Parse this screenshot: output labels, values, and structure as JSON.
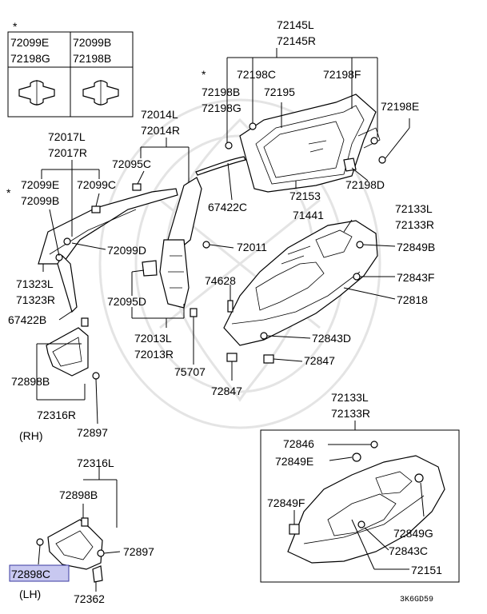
{
  "diagram_code": "3K6GD59",
  "star": "*",
  "legend": {
    "row1": [
      "72099E",
      "72099B"
    ],
    "row2": [
      "72198G",
      "72198B"
    ]
  },
  "callouts": [
    {
      "id": "72145L",
      "text": "72145L"
    },
    {
      "id": "72145R",
      "text": "72145R"
    },
    {
      "id": "72198C",
      "text": "72198C"
    },
    {
      "id": "72198F",
      "text": "72198F"
    },
    {
      "id": "72198B_a",
      "text": "72198B"
    },
    {
      "id": "72198G_a",
      "text": "72198G"
    },
    {
      "id": "72195",
      "text": "72195"
    },
    {
      "id": "72198E",
      "text": "72198E"
    },
    {
      "id": "72198D",
      "text": "72198D"
    },
    {
      "id": "72153",
      "text": "72153"
    },
    {
      "id": "67422C",
      "text": "67422C"
    },
    {
      "id": "71441",
      "text": "71441"
    },
    {
      "id": "72014L",
      "text": "72014L"
    },
    {
      "id": "72014R",
      "text": "72014R"
    },
    {
      "id": "72095C",
      "text": "72095C"
    },
    {
      "id": "72017L",
      "text": "72017L"
    },
    {
      "id": "72017R",
      "text": "72017R"
    },
    {
      "id": "72099E_b",
      "text": "72099E"
    },
    {
      "id": "72099C",
      "text": "72099C"
    },
    {
      "id": "72099B_b",
      "text": "72099B"
    },
    {
      "id": "72099D",
      "text": "72099D"
    },
    {
      "id": "72011",
      "text": "72011"
    },
    {
      "id": "72133L_a",
      "text": "72133L"
    },
    {
      "id": "72133R_a",
      "text": "72133R"
    },
    {
      "id": "72849B",
      "text": "72849B"
    },
    {
      "id": "72843F",
      "text": "72843F"
    },
    {
      "id": "72818",
      "text": "72818"
    },
    {
      "id": "74628",
      "text": "74628"
    },
    {
      "id": "71323L",
      "text": "71323L"
    },
    {
      "id": "71323R",
      "text": "71323R"
    },
    {
      "id": "67422B",
      "text": "67422B"
    },
    {
      "id": "72095D",
      "text": "72095D"
    },
    {
      "id": "72843D",
      "text": "72843D"
    },
    {
      "id": "72013L",
      "text": "72013L"
    },
    {
      "id": "72013R",
      "text": "72013R"
    },
    {
      "id": "72847_a",
      "text": "72847"
    },
    {
      "id": "75707",
      "text": "75707"
    },
    {
      "id": "72847_b",
      "text": "72847"
    },
    {
      "id": "72898B_a",
      "text": "72898B"
    },
    {
      "id": "72316R",
      "text": "72316R"
    },
    {
      "id": "RH",
      "text": "(RH)"
    },
    {
      "id": "72897_a",
      "text": "72897"
    },
    {
      "id": "72133L_b",
      "text": "72133L"
    },
    {
      "id": "72133R_b",
      "text": "72133R"
    },
    {
      "id": "72846",
      "text": "72846"
    },
    {
      "id": "72849E",
      "text": "72849E"
    },
    {
      "id": "72316L",
      "text": "72316L"
    },
    {
      "id": "72898B_b",
      "text": "72898B"
    },
    {
      "id": "72849F",
      "text": "72849F"
    },
    {
      "id": "72849G",
      "text": "72849G"
    },
    {
      "id": "72897_b",
      "text": "72897"
    },
    {
      "id": "72843C",
      "text": "72843C"
    },
    {
      "id": "72898C",
      "text": "72898C"
    },
    {
      "id": "72151",
      "text": "72151"
    },
    {
      "id": "LH",
      "text": "(LH)"
    },
    {
      "id": "72362",
      "text": "72362"
    }
  ],
  "highlight_part": "72898C"
}
